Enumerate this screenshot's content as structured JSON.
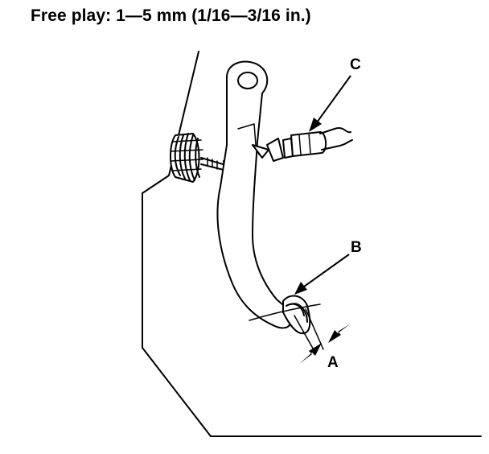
{
  "title": "Free play:  1—5 mm (1/16—3/16 in.)",
  "callouts": {
    "a": "A",
    "b": "B",
    "c": "C"
  },
  "colors": {
    "ink": "#000000",
    "paper": "#ffffff"
  }
}
